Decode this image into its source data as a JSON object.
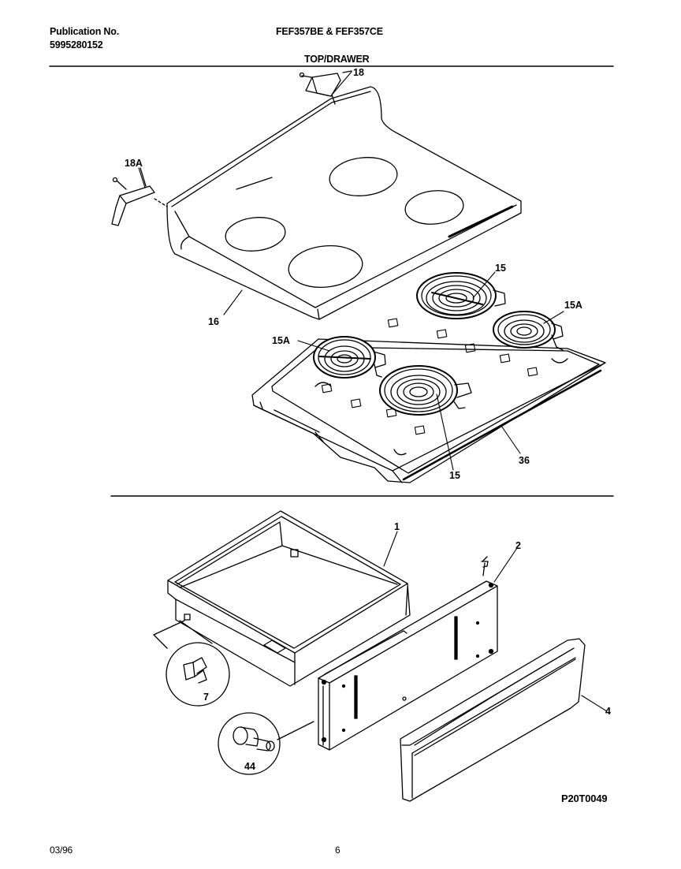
{
  "header": {
    "publication_label": "Publication No.",
    "publication_number": "5995280152",
    "model": "FEF357BE & FEF357CE",
    "section": "TOP/DRAWER"
  },
  "callouts": {
    "p1": "1",
    "p2": "2",
    "p4": "4",
    "p7": "7",
    "p15_top": "15",
    "p15_bottom": "15",
    "p15A_right": "15A",
    "p15A_left": "15A",
    "p16": "16",
    "p18": "18",
    "p18A": "18A",
    "p36": "36",
    "p44": "44"
  },
  "footer": {
    "diagram_id": "P20T0049",
    "date": "03/96",
    "page": "6"
  }
}
